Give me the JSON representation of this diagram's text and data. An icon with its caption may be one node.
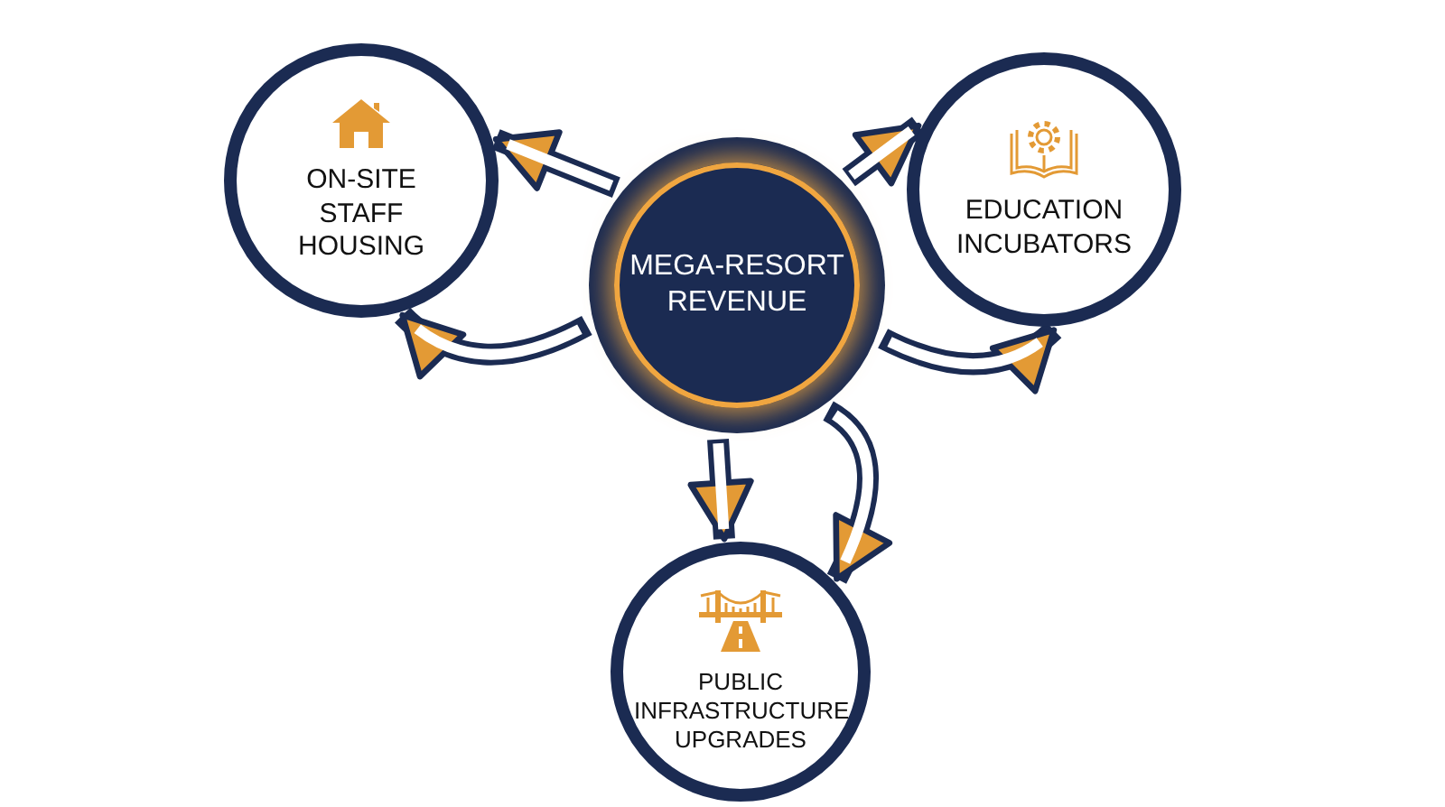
{
  "diagram": {
    "nodes": [
      {
        "text": [
          "MEGA-RESORT REVENUE"
        ]
      },
      {
        "text": [
          "ON-SITE STAFF HOUSING"
        ]
      },
      {
        "text": [
          "EDUCATION INCUBATORS"
        ]
      },
      {
        "text": [
          "PUBLIC INFRASTRUCTURE UPGRADES"
        ]
      }
    ],
    "edges": [
      {
        "from": 0,
        "to": 1,
        "arrow": "to"
      },
      {
        "from": 0,
        "to": 1,
        "arrow": "to"
      },
      {
        "from": 0,
        "to": 2,
        "arrow": "to"
      },
      {
        "from": 0,
        "to": 2,
        "arrow": "to"
      },
      {
        "from": 0,
        "to": 3,
        "arrow": "to"
      },
      {
        "from": 0,
        "to": 3,
        "arrow": "to"
      }
    ]
  }
}
